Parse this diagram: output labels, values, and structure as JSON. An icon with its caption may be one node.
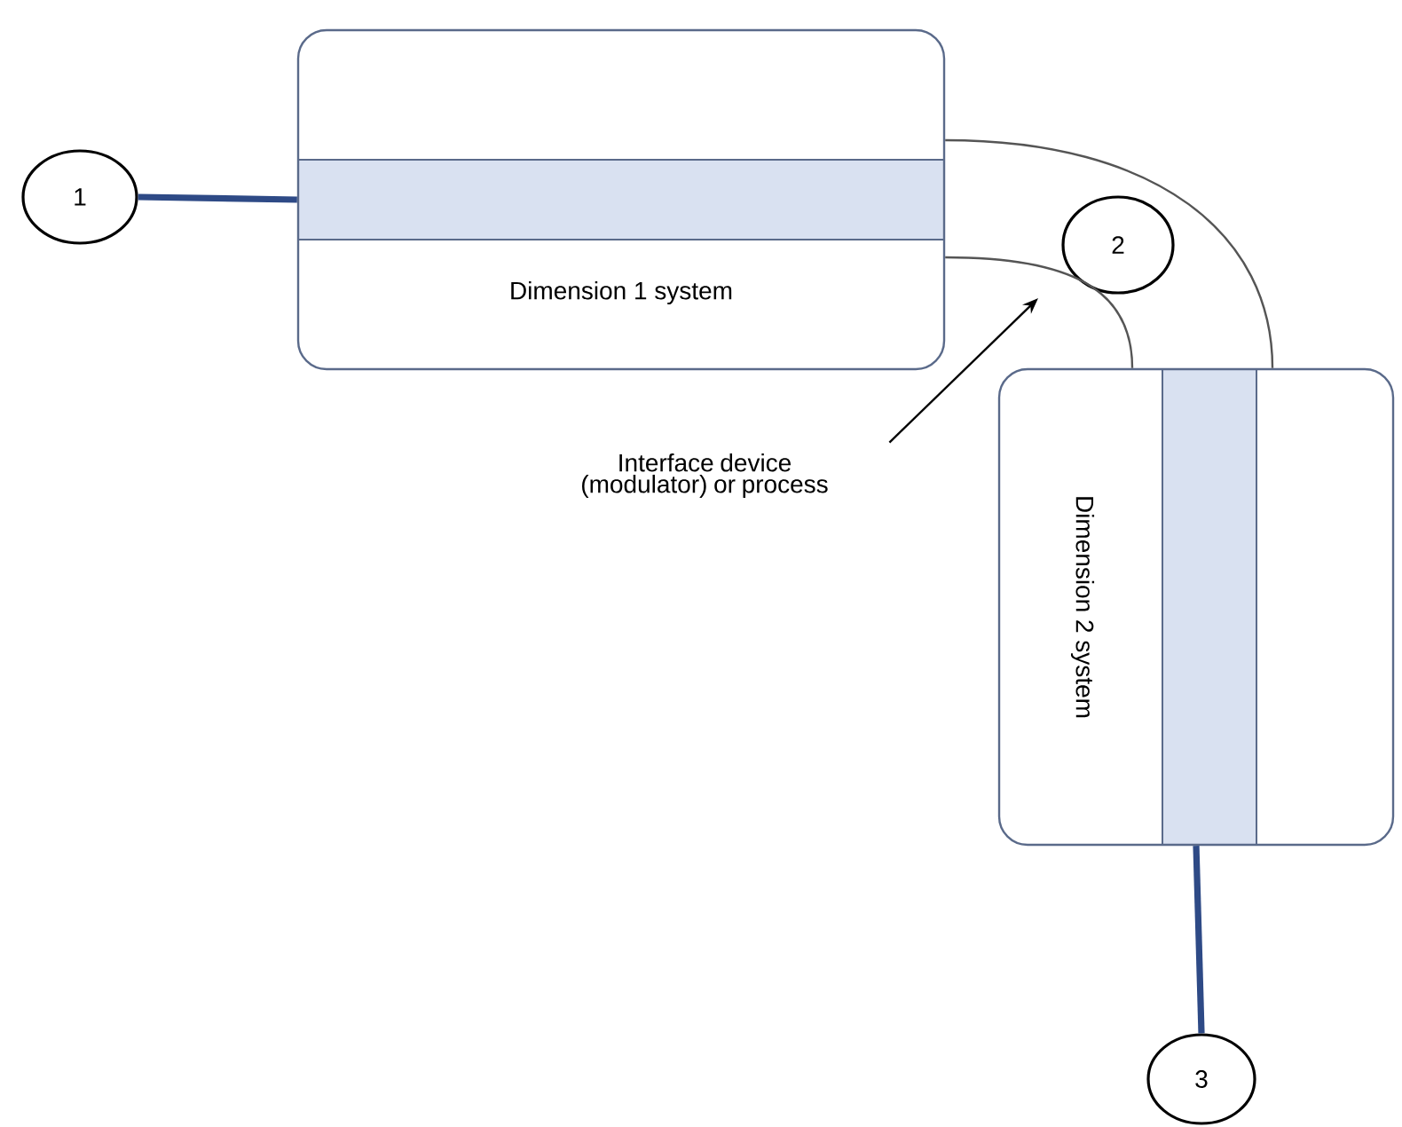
{
  "diagram": {
    "nodes": [
      {
        "text": [
          "1"
        ]
      },
      {
        "text": [
          "Dimension 1 system"
        ]
      },
      {
        "text": [
          "2"
        ]
      },
      {
        "text": [
          "Dimension 2 system"
        ]
      },
      {
        "text": [
          "3"
        ]
      },
      {
        "text": [
          "Interface device (modulator) or process"
        ]
      }
    ],
    "edges": [
      {
        "from": 0,
        "to": 1,
        "arrow": "none",
        "color": "#2e4a86",
        "style": "thick"
      },
      {
        "from": 1,
        "to": 3,
        "arrow": "none"
      },
      {
        "from": 1,
        "to": 3,
        "arrow": "none"
      },
      {
        "from": 3,
        "to": 4,
        "arrow": "none",
        "color": "#2e4a86",
        "style": "thick"
      },
      {
        "from": 5,
        "to": null,
        "arrow": "to",
        "color": "#000000"
      }
    ]
  }
}
